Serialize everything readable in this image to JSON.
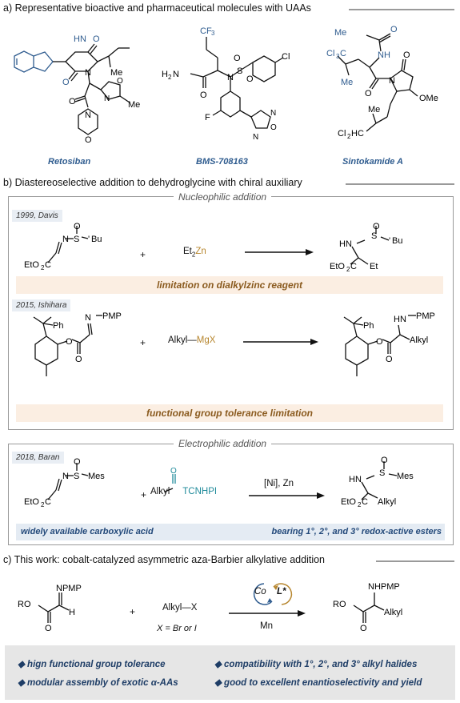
{
  "sections": {
    "a": "a) Representative bioactive and pharmaceutical molecules with UAAs",
    "b": "b) Diastereoselective addition to dehydroglycine with chiral auxiliary",
    "c": "c) This work: cobalt-catalyzed asymmetric aza-Barbier alkylative addition"
  },
  "molecules": [
    "Retosiban",
    "BMS-708163",
    "Sintokamide A"
  ],
  "panels": {
    "nucleophilic": "Nucleophilic addition",
    "electrophilic": "Electrophilic addition"
  },
  "refs": {
    "davis": "1999, Davis",
    "ishihara": "2015, Ishihara",
    "baran": "2018, Baran"
  },
  "reagents": {
    "et2zn_prefix": "Et",
    "et2zn_sub": "2",
    "et2zn_metal": "Zn",
    "alkyl_mgx_prefix": "Alkyl—",
    "alkyl_mgx_metal": "MgX",
    "baran_alkyl": "Alkyl",
    "baran_tcnhpi": "TCNHPI",
    "baran_conditions": "[Ni], Zn",
    "this_alkyl_x": "Alkyl—X",
    "this_x_note": "X = Br or I",
    "this_mn": "Mn",
    "co": "Co",
    "lstar": "L*"
  },
  "limitations": {
    "davis": "limitation on dialkylzinc reagent",
    "ishihara": "functional group tolerance limitation",
    "baran_left": "widely available carboxylic acid",
    "baran_right": "bearing 1°, 2°, and 3° redox-active esters"
  },
  "bullets": [
    "◆ hign functional group tolerance",
    "◆ compatibility with 1°, 2°, and 3° alkyl halides",
    "◆ modular assembly of exotic α-AAs",
    "◆ good to excellent enantioselectivity and yield"
  ]
}
